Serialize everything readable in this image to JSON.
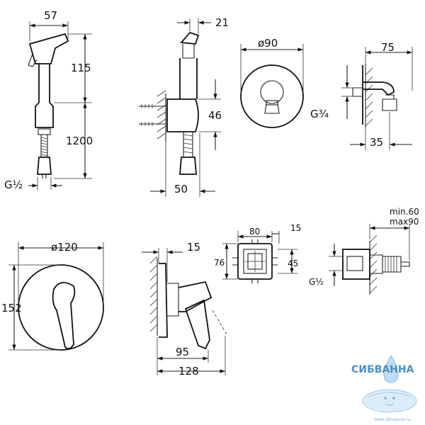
{
  "dimensions": {
    "shower_width": "57",
    "shower_height": "115",
    "hose_length": "1200",
    "hose_thread": "G½",
    "side_top": "21",
    "side_height": "46",
    "side_depth": "50",
    "rosette_dia": "ø90",
    "holder_width": "75",
    "holder_thread": "G¾",
    "holder_depth": "35",
    "mixer_dia": "ø120",
    "mixer_height": "152",
    "lever_top": "15",
    "lever_depth": "95",
    "lever_total": "128",
    "box_width": "80",
    "box_margin": "15",
    "box_height": "76",
    "box_inner": "45",
    "box_thread": "G½",
    "wall_min": "min.60",
    "wall_max": "max90"
  },
  "watermark": {
    "brand": "СИБВАННА",
    "url": "www.sibvanna.ru",
    "color": "#4a90c8"
  }
}
